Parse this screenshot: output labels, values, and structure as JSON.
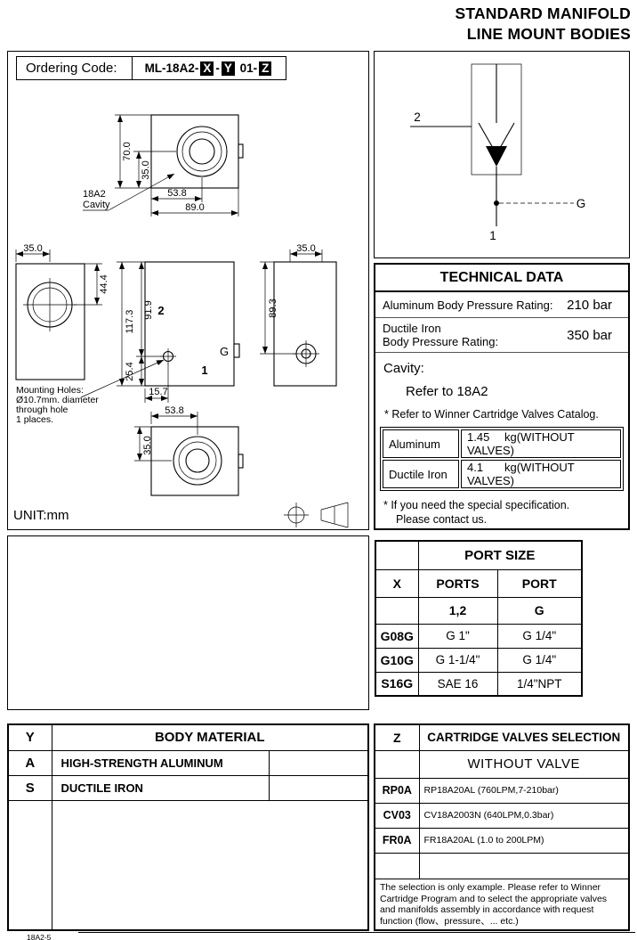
{
  "page": {
    "title_line1": "STANDARD MANIFOLD",
    "title_line2": "LINE MOUNT BODIES",
    "footer": "18A2-5"
  },
  "ordering": {
    "label": "Ordering Code:",
    "prefix": "ML-18A2-",
    "x": "X",
    "sep1": "-",
    "y": "Y",
    "mid": " 01-",
    "z": "Z"
  },
  "drawings": {
    "unit": "UNIT:mm",
    "cavity_label_1": "18A2",
    "cavity_label_2": "Cavity",
    "mounting_note_1": "Mounting Holes:",
    "mounting_note_2": "Ø10.7mm. diameter",
    "mounting_note_3": "through hole",
    "mounting_note_4": "1 places.",
    "dims": {
      "front_height": "70.0",
      "front_half_height": "35.0",
      "front_half_width": "53.8",
      "front_width": "89.0",
      "side_top": "35.0",
      "side_hole_offset": "44.4",
      "mid_total_height": "117.3",
      "mid_upper": "91.9",
      "mid_lower": "25.4",
      "mid_hole_offset": "15.7",
      "right_top": "35.0",
      "right_hole_offset": "89.3",
      "bottom_half_width": "53.8",
      "bottom_half_height": "35.0"
    },
    "ports": {
      "p2": "2",
      "pG": "G",
      "p1": "1"
    }
  },
  "schematic": {
    "p2": "2",
    "p1": "1",
    "pG": "G"
  },
  "technical_data": {
    "title": "TECHNICAL DATA",
    "rows": [
      {
        "label": "Aluminum Body Pressure Rating:",
        "value": "210 bar"
      },
      {
        "label": "Ductile Iron",
        "label2": "Body Pressure Rating:",
        "value": "350 bar"
      }
    ],
    "cavity_label": "Cavity:",
    "cavity_value": "Refer to 18A2",
    "catalog_note": "* Refer to Winner Cartridge Valves Catalog.",
    "weights": [
      {
        "material": "Aluminum",
        "value": "1.45",
        "unit": "kg(WITHOUT VALVES)"
      },
      {
        "material": "Ductile Iron",
        "value": "4.1",
        "unit": "kg(WITHOUT VALVES)"
      }
    ],
    "special_note_1": "* If you need the special specification.",
    "special_note_2": "Please contact us."
  },
  "port_size": {
    "title": "PORT SIZE",
    "x_header": "X",
    "col1_header": "PORTS",
    "col2_header": "PORT",
    "sub1": "1,2",
    "sub2": "G",
    "rows": [
      {
        "code": "G08G",
        "ports": "G 1\"",
        "port": "G 1/4\""
      },
      {
        "code": "G10G",
        "ports": "G 1-1/4\"",
        "port": "G 1/4\""
      },
      {
        "code": "S16G",
        "ports": "SAE 16",
        "port": "1/4\"NPT"
      }
    ]
  },
  "body_material": {
    "code_header": "Y",
    "title": "BODY MATERIAL",
    "rows": [
      {
        "code": "A",
        "label": "HIGH-STRENGTH ALUMINUM"
      },
      {
        "code": "S",
        "label": "DUCTILE IRON"
      }
    ]
  },
  "cartridge": {
    "code_header": "Z",
    "title": "CARTRIDGE VALVES SELECTION",
    "no_valve": "WITHOUT VALVE",
    "rows": [
      {
        "code": "RP0A",
        "label": "RP18A20AL (760LPM,7-210bar)"
      },
      {
        "code": "CV03",
        "label": "CV18A2003N (640LPM,0.3bar)"
      },
      {
        "code": "FR0A",
        "label": "FR18A20AL (1.0 to 200LPM)"
      }
    ],
    "note": "The selection is only example. Please refer to Winner Cartridge Program and to select the appropriate valves and manifolds assembly in accordance with request function (flow、pressure、... etc.)"
  }
}
